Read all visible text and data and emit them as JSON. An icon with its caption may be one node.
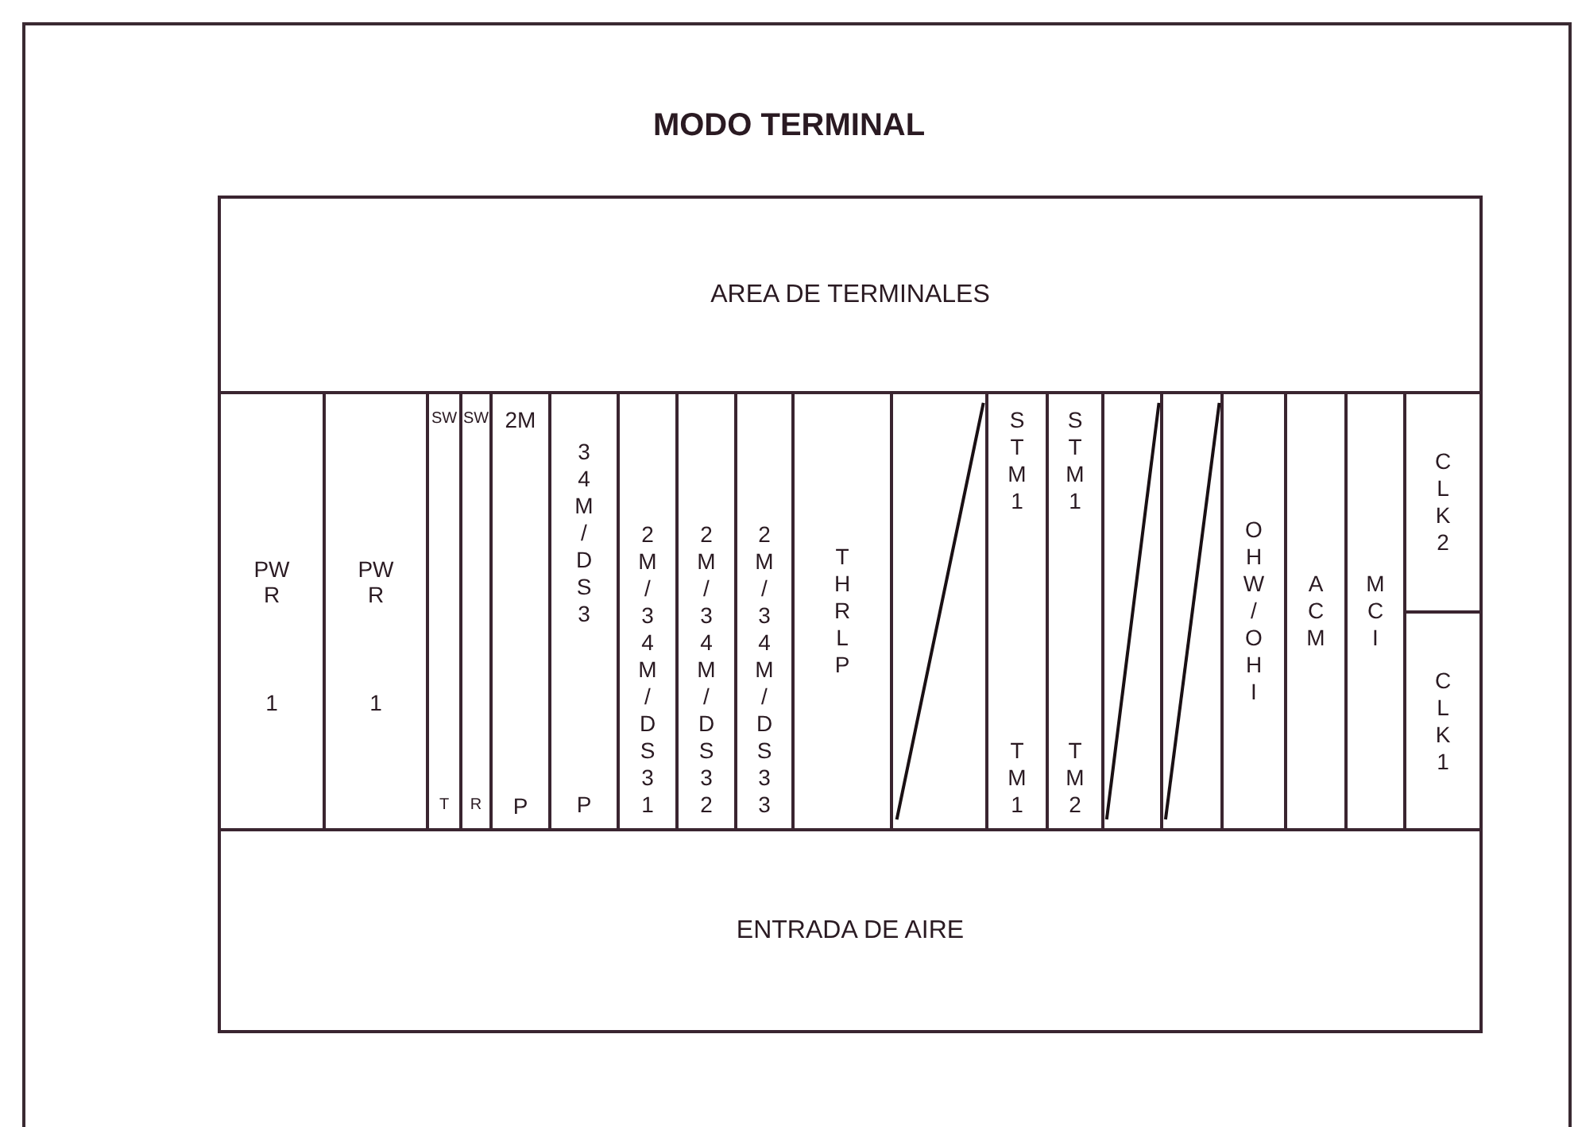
{
  "diagram": {
    "title": "MODO TERMINAL",
    "nodes": [
      {
        "text": [
          "AREA DE TERMINALES"
        ]
      },
      {
        "text": [
          "PWR",
          "1"
        ]
      },
      {
        "text": [
          "PWR",
          "1"
        ]
      },
      {
        "text": [
          "SW",
          "T"
        ]
      },
      {
        "text": [
          "SW",
          "R"
        ]
      },
      {
        "text": [
          "2M",
          "P"
        ]
      },
      {
        "text": [
          "34M/DS3",
          "P"
        ]
      },
      {
        "text": [
          "2M/34M/DS31"
        ]
      },
      {
        "text": [
          "2M/34M/DS32"
        ]
      },
      {
        "text": [
          "2M/34M/DS33"
        ]
      },
      {
        "text": [
          "THRLP"
        ]
      },
      {
        "text": [],
        "shape": "box"
      },
      {
        "text": [
          "STM1",
          "TM1"
        ]
      },
      {
        "text": [
          "STM1",
          "TM2"
        ]
      },
      {
        "text": [],
        "shape": "box"
      },
      {
        "text": [],
        "shape": "box"
      },
      {
        "text": [
          "OHW/OHI"
        ]
      },
      {
        "text": [
          "ACM"
        ]
      },
      {
        "text": [
          "MCI"
        ]
      },
      {
        "text": [
          "CLK2"
        ]
      },
      {
        "text": [
          "CLK1"
        ]
      },
      {
        "text": [
          "ENTRADA DE AIRE"
        ]
      }
    ],
    "edges": []
  }
}
